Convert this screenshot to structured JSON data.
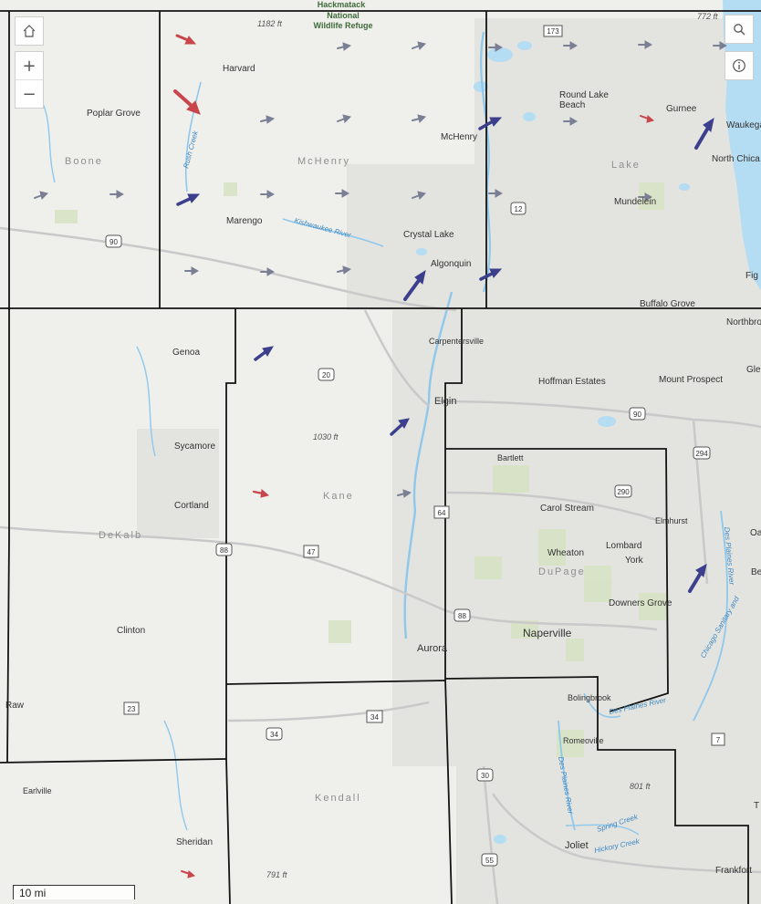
{
  "controls": {
    "home_icon": "home-icon",
    "zoom_in_label": "+",
    "zoom_out_label": "−",
    "search_icon": "search-icon",
    "info_icon": "info-icon"
  },
  "scale_label": "10 mi",
  "colors": {
    "land": "#eeeeea",
    "water": "#b4dcf3",
    "county_line": "#141414",
    "arrow_blue": "#3b3f8c",
    "arrow_gray": "#7a7f94",
    "arrow_red": "#c8464b",
    "county_label": "#8f8f8f",
    "park": "#d6e2c4"
  },
  "labels": {
    "hackmatack": "Hackmatack",
    "national": "National",
    "refuge": "Wildlife Refuge",
    "ft1182": "1182 ft",
    "ft772": "772 ft",
    "harvard": "Harvard",
    "poplar": "Poplar Grove",
    "roundlake": "Round Lake",
    "beach": "Beach",
    "gurnee": "Gurnee",
    "waukegan": "Waukega",
    "northchicago": "North Chica",
    "mchenry_city": "McHenry",
    "boone": "Boone",
    "mchenry_county": "McHenry",
    "lake_county": "Lake",
    "mundelein": "Mundelein",
    "marengo": "Marengo",
    "crystal": "Crystal Lake",
    "algonquin": "Algonquin",
    "buffalo": "Buffalo Grove",
    "northbrook": "Northbro",
    "gle": "Gle",
    "genoa": "Genoa",
    "carpentersville": "Carpentersville",
    "hoffman": "Hoffman Estates",
    "mountprospect": "Mount Prospect",
    "elgin": "Elgin",
    "ft1030": "1030 ft",
    "sycamore": "Sycamore",
    "bartlett": "Bartlett",
    "cortland": "Cortland",
    "kane": "Kane",
    "carolstream": "Carol Stream",
    "elmhurst": "Elmhurst",
    "oa": "Oa",
    "dekalb": "DeKalb",
    "wheaton": "Wheaton",
    "lombard": "Lombard",
    "york": "York",
    "dupage": "DuPage",
    "be": "Be",
    "downers": "Downers Grove",
    "clinton": "Clinton",
    "naperville": "Naperville",
    "aurora": "Aurora",
    "raw": "Raw",
    "bolingbrook": "Bolingbrook",
    "romeoville": "Romeoville",
    "earlville": "Earlville",
    "kendall": "Kendall",
    "ft801": "801 ft",
    "t": "T",
    "sheridan": "Sheridan",
    "joliet": "Joliet",
    "frankfort": "Frankfort",
    "ft791": "791 ft",
    "figl": "Fig",
    "rush": "Rush Creek",
    "kish": "Kishwaukee River",
    "desplaines": "Des Plaines River",
    "desplaines2": "Des Plaines River",
    "desplaines3": "Des Plaines River",
    "chicagosan": "Chicago Sanitary and",
    "spring": "Spring Creek",
    "hickory": "Hickory Creek"
  },
  "shields": {
    "i90a": "90",
    "s173": "173",
    "s12": "12",
    "s20": "20",
    "i90b": "90",
    "i294": "294",
    "i290": "290",
    "s64": "64",
    "i88a": "88",
    "s47": "47",
    "i88b": "88",
    "s23": "23",
    "s34a": "34",
    "s34b": "34",
    "s7": "7",
    "s30": "30",
    "i55": "55"
  }
}
